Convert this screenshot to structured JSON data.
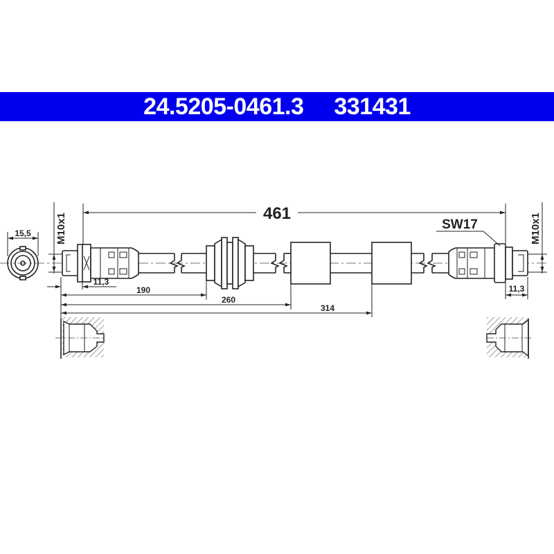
{
  "header": {
    "part_number": "24.5205-0461.3",
    "article_number": "331431",
    "background_color": "#0000ee",
    "text_color": "#ffffff"
  },
  "drawing": {
    "total_length": "461",
    "wrench_size": "SW17",
    "thread_left": "M10x1",
    "thread_right": "M10x1",
    "end_view_diameter": "15,5",
    "fitting_length_left": "11,3",
    "fitting_length_right": "11,3",
    "dim_to_sleeve": "190",
    "dim_to_block1": "260",
    "dim_to_block2": "314",
    "line_color": "#222222",
    "hatch_color": "#555555"
  }
}
